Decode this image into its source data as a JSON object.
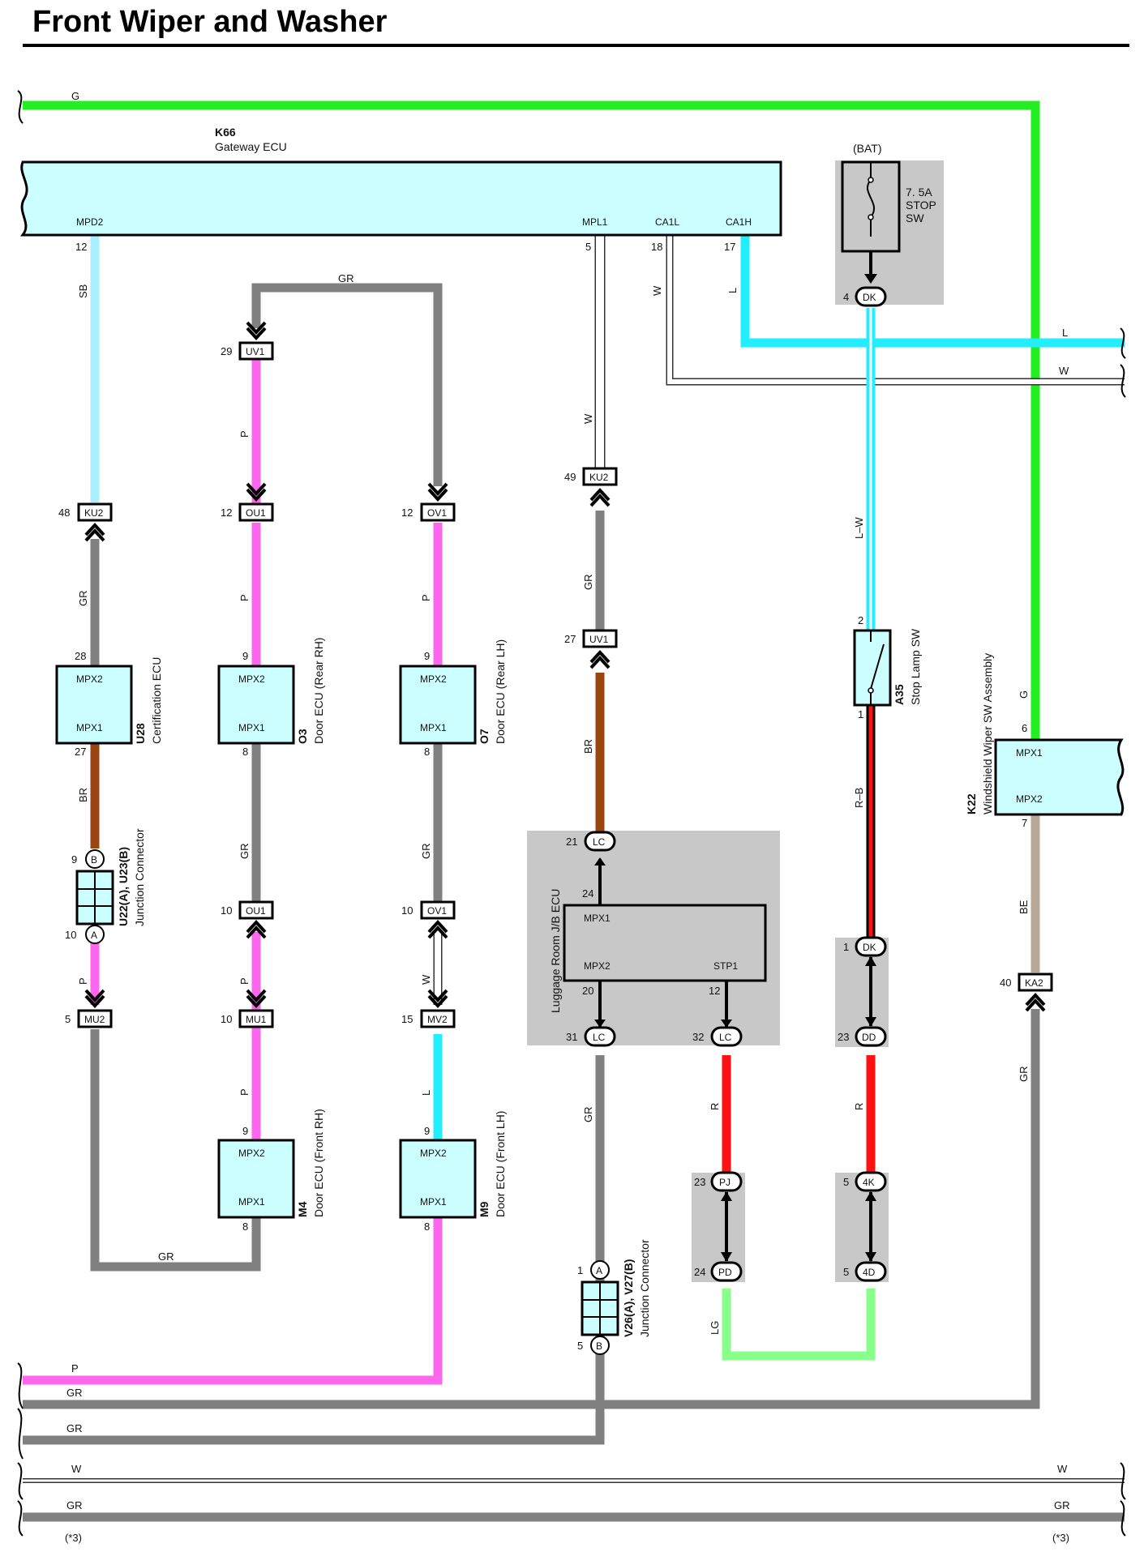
{
  "title": "Front Wiper and Washer",
  "colors": {
    "G": "#22ee22",
    "L": "#22eeff",
    "SB": "#aaeeff",
    "GR": "#808080",
    "P": "#ff66ee",
    "BR": "#994411",
    "R": "#ff1111",
    "LG": "#88ff88",
    "BE": "#b8a898",
    "W": "#ffffff",
    "RB_stripe": "#ff1111",
    "ecu_fill": "#ccffff",
    "gray_block": "#c8c8c8"
  },
  "wires": {
    "g_top": "G",
    "l_right": "L",
    "w_right": "W",
    "sb": "SB",
    "gr_loop": "GR",
    "w_mpl1": "W",
    "w_ca1l": "W",
    "l_ca1h": "L",
    "p_uv1": "P",
    "p_ou1": "P",
    "p_ov1": "P",
    "gr_u28": "GR",
    "br_u28": "BR",
    "p_u22": "P",
    "gr_o3": "GR",
    "gr_o7": "GR",
    "p_mu1": "P",
    "w_mv2": "W",
    "l_mv2": "L",
    "gr_m4": "GR",
    "gr_ku2": "GR",
    "br_uv1": "BR",
    "gr_lc31": "GR",
    "lw": "L–W",
    "rb": "R–B",
    "r_lc32": "R",
    "r_dd": "R",
    "lg": "LG",
    "g_k22": "G",
    "be_k22": "BE",
    "gr_ka2": "GR",
    "bottom_p": "P",
    "bottom_gr1": "GR",
    "bottom_gr2": "GR",
    "bottom_w_left": "W",
    "bottom_w_right": "W",
    "bottom_gr3_left": "GR",
    "bottom_gr3_right": "GR",
    "note_left": "(*3)",
    "note_right": "(*3)"
  },
  "components": {
    "k66": {
      "code": "K66",
      "name": "Gateway ECU",
      "terminals": [
        "MPD2",
        "MPL1",
        "CA1L",
        "CA1H"
      ],
      "pins": {
        "mpd2": "12",
        "mpl1": "5",
        "ca1l": "18",
        "ca1h": "17"
      }
    },
    "fuse": {
      "source": "(BAT)",
      "l1": "7. 5A",
      "l2": "STOP",
      "l3": "SW"
    },
    "u28": {
      "code": "U28",
      "name": "Certification ECU",
      "t1": "MPX2",
      "t2": "MPX1",
      "pin_top": "28",
      "pin_bot": "27"
    },
    "o3": {
      "code": "O3",
      "name": "Door ECU (Rear RH)",
      "t1": "MPX2",
      "t2": "MPX1",
      "pin_top": "9",
      "pin_bot": "8"
    },
    "o7": {
      "code": "O7",
      "name": "Door ECU (Rear LH)",
      "t1": "MPX2",
      "t2": "MPX1",
      "pin_top": "9",
      "pin_bot": "8"
    },
    "m4": {
      "code": "M4",
      "name": "Door ECU (Front RH)",
      "t1": "MPX2",
      "t2": "MPX1",
      "pin_top": "9",
      "pin_bot": "8"
    },
    "m9": {
      "code": "M9",
      "name": "Door ECU (Front LH)",
      "t1": "MPX2",
      "t2": "MPX1",
      "pin_top": "9",
      "pin_bot": "8"
    },
    "u22": {
      "code": "U22(A), U23(B)",
      "name": "Junction Connector",
      "b": "B",
      "a": "A",
      "pin_b": "9",
      "pin_a": "10"
    },
    "v26": {
      "code": "V26(A), V27(B)",
      "name": "Junction Connector",
      "a": "A",
      "b": "B",
      "pin_a": "1",
      "pin_b": "5"
    },
    "jb": {
      "name": "Luggage Room J/B ECU",
      "t1": "MPX1",
      "t2": "MPX2",
      "t3": "STP1",
      "pin_mpx1": "24",
      "pin_mpx2": "20",
      "pin_stp1": "12"
    },
    "a35": {
      "code": "A35",
      "name": "Stop Lamp SW",
      "pin_top": "2",
      "pin_bot": "1"
    },
    "k22": {
      "code": "K22",
      "name": "Windshield Wiper SW Assembly",
      "t1": "MPX1",
      "t2": "MPX2",
      "pin_top": "6",
      "pin_bot": "7"
    }
  },
  "connectors": {
    "uv1_top": {
      "code": "UV1",
      "pin": "29"
    },
    "ku2_left": {
      "code": "KU2",
      "pin": "48"
    },
    "ou1_top": {
      "code": "OU1",
      "pin": "12"
    },
    "ov1_top": {
      "code": "OV1",
      "pin": "12"
    },
    "ku2_mid": {
      "code": "KU2",
      "pin": "49"
    },
    "uv1_mid": {
      "code": "UV1",
      "pin": "27"
    },
    "dk_fuse": {
      "code": "DK",
      "pin": "4"
    },
    "lc_21": {
      "code": "LC",
      "pin": "21"
    },
    "ou1_bot": {
      "code": "OU1",
      "pin": "10"
    },
    "ov1_bot": {
      "code": "OV1",
      "pin": "10"
    },
    "mu2": {
      "code": "MU2",
      "pin": "5"
    },
    "mu1": {
      "code": "MU1",
      "pin": "10"
    },
    "mv2": {
      "code": "MV2",
      "pin": "15"
    },
    "lc_31": {
      "code": "LC",
      "pin": "31"
    },
    "lc_32": {
      "code": "LC",
      "pin": "32"
    },
    "dk_1": {
      "code": "DK",
      "pin": "1"
    },
    "dd": {
      "code": "DD",
      "pin": "23"
    },
    "ka2": {
      "code": "KA2",
      "pin": "40"
    },
    "pj": {
      "code": "PJ",
      "pin": "23"
    },
    "pd": {
      "code": "PD",
      "pin": "24"
    },
    "k4": {
      "code": "4K",
      "pin": "5"
    },
    "d4": {
      "code": "4D",
      "pin": "5"
    }
  }
}
